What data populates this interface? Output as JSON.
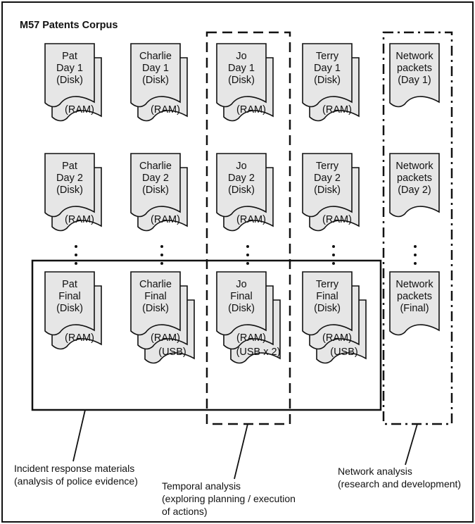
{
  "title": "M57 Patents Corpus",
  "colors": {
    "page_fill": "#e6e6e6",
    "stroke": "#111111",
    "background": "#ffffff"
  },
  "rows": [
    {
      "id": "day1",
      "cells": [
        {
          "layers": [
            [
              "Pat",
              "Day 1",
              "(Disk)"
            ],
            [
              "(RAM)"
            ]
          ]
        },
        {
          "layers": [
            [
              "Charlie",
              "Day 1",
              "(Disk)"
            ],
            [
              "(RAM)"
            ]
          ]
        },
        {
          "layers": [
            [
              "Jo",
              "Day 1",
              "(Disk)"
            ],
            [
              "(RAM)"
            ]
          ]
        },
        {
          "layers": [
            [
              "Terry",
              "Day 1",
              "(Disk)"
            ],
            [
              "(RAM)"
            ]
          ]
        },
        {
          "layers": [
            [
              "Network",
              "packets",
              "(Day 1)"
            ]
          ]
        }
      ]
    },
    {
      "id": "day2",
      "cells": [
        {
          "layers": [
            [
              "Pat",
              "Day 2",
              "(Disk)"
            ],
            [
              "(RAM)"
            ]
          ]
        },
        {
          "layers": [
            [
              "Charlie",
              "Day 2",
              "(Disk)"
            ],
            [
              "(RAM)"
            ]
          ]
        },
        {
          "layers": [
            [
              "Jo",
              "Day 2",
              "(Disk)"
            ],
            [
              "(RAM)"
            ]
          ]
        },
        {
          "layers": [
            [
              "Terry",
              "Day 2",
              "(Disk)"
            ],
            [
              "(RAM)"
            ]
          ]
        },
        {
          "layers": [
            [
              "Network",
              "packets",
              "(Day 2)"
            ]
          ]
        }
      ]
    },
    {
      "id": "final",
      "cells": [
        {
          "layers": [
            [
              "Pat",
              "Final",
              "(Disk)"
            ],
            [
              "(RAM)"
            ]
          ]
        },
        {
          "layers": [
            [
              "Charlie",
              "Final",
              "(Disk)"
            ],
            [
              "(RAM)"
            ],
            [
              "(USB)"
            ]
          ]
        },
        {
          "layers": [
            [
              "Jo",
              "Final",
              "(Disk)"
            ],
            [
              "(RAM)"
            ],
            [
              "(USB x 2)"
            ]
          ]
        },
        {
          "layers": [
            [
              "Terry",
              "Final",
              "(Disk)"
            ],
            [
              "(RAM)"
            ],
            [
              "(USB)"
            ]
          ]
        },
        {
          "layers": [
            [
              "Network",
              "packets",
              "(Final)"
            ]
          ]
        }
      ]
    }
  ],
  "groups": [
    {
      "id": "incident",
      "style": "solid",
      "caption": [
        "Incident response materials",
        "(analysis of police evidence)"
      ]
    },
    {
      "id": "temporal",
      "style": "dashed",
      "caption": [
        "Temporal analysis",
        "(exploring planning / execution",
        "of actions)"
      ]
    },
    {
      "id": "network",
      "style": "dash-dot",
      "caption": [
        "Network analysis",
        "(research and development)"
      ]
    }
  ]
}
